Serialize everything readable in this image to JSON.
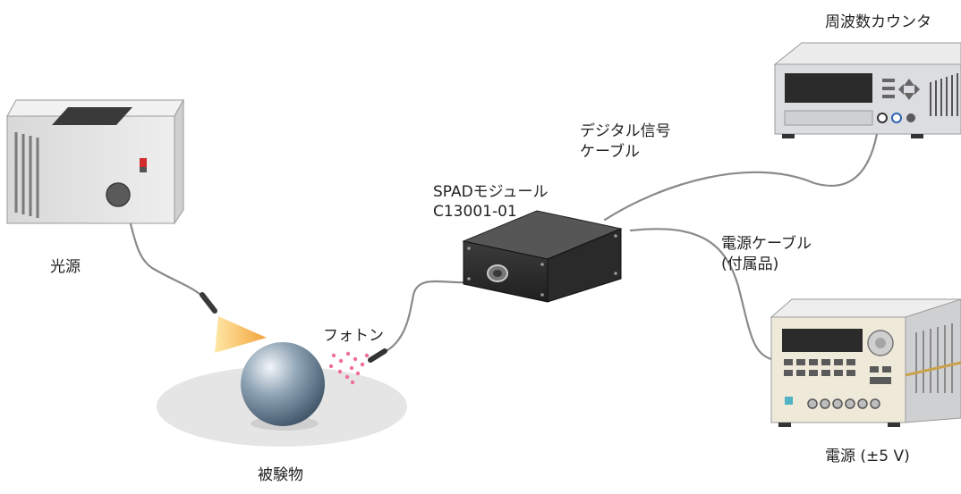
{
  "labels": {
    "light_source": "光源",
    "sample": "被験物",
    "photon": "フォトン",
    "spad_line1": "SPADモジュール",
    "spad_line2": "C13001-01",
    "digital_cable_line1": "デジタル信号",
    "digital_cable_line2": "ケーブル",
    "frequency_counter": "周波数カウンタ",
    "power_cable_line1": "電源ケーブル",
    "power_cable_line2": "(付属品)",
    "power_supply": "電源 (±5 V)"
  },
  "colors": {
    "cable": "#8a8a8a",
    "light_cone": "#f6b24a",
    "photon_dots": "#ee6f98",
    "sphere": "#6d8396",
    "spad_body": "#2b2b2b",
    "device_body": "#d9dadd"
  }
}
